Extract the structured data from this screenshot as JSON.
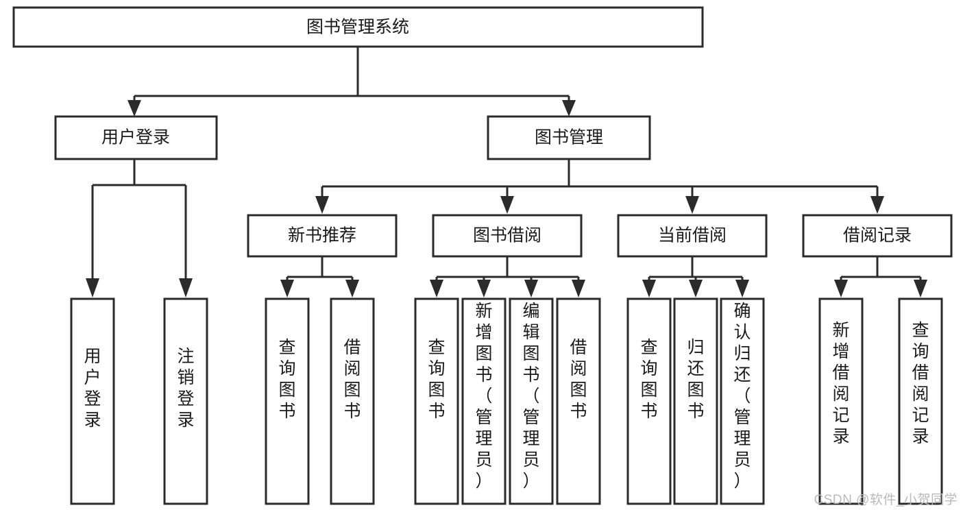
{
  "diagram": {
    "type": "tree-hierarchy",
    "title": "图书管理系统",
    "watermark": "CSDN @软件_小贺同学",
    "colors": {
      "stroke": "#2b2b2b",
      "fill": "#ffffff",
      "text": "#1a1a1a",
      "watermark": "#b9b9b9"
    },
    "root": {
      "label": "图书管理系统"
    },
    "level2": [
      {
        "label": "用户登录"
      },
      {
        "label": "图书管理"
      }
    ],
    "level3": [
      {
        "label": "新书推荐"
      },
      {
        "label": "图书借阅"
      },
      {
        "label": "当前借阅"
      },
      {
        "label": "借阅记录"
      }
    ],
    "leaves": {
      "user_login": [
        {
          "label": "用户登录"
        },
        {
          "label": "注销登录"
        }
      ],
      "new_book_recommend": [
        {
          "label": "查询图书"
        },
        {
          "label": "借阅图书"
        }
      ],
      "book_borrow": [
        {
          "label": "查询图书"
        },
        {
          "label": "新增图书（管理员）"
        },
        {
          "label": "编辑图书（管理员）"
        },
        {
          "label": "借阅图书"
        }
      ],
      "current_borrow": [
        {
          "label": "查询图书"
        },
        {
          "label": "归还图书"
        },
        {
          "label": "确认归还（管理员）"
        }
      ],
      "borrow_records": [
        {
          "label": "新增借阅记录"
        },
        {
          "label": "查询借阅记录"
        }
      ]
    }
  }
}
